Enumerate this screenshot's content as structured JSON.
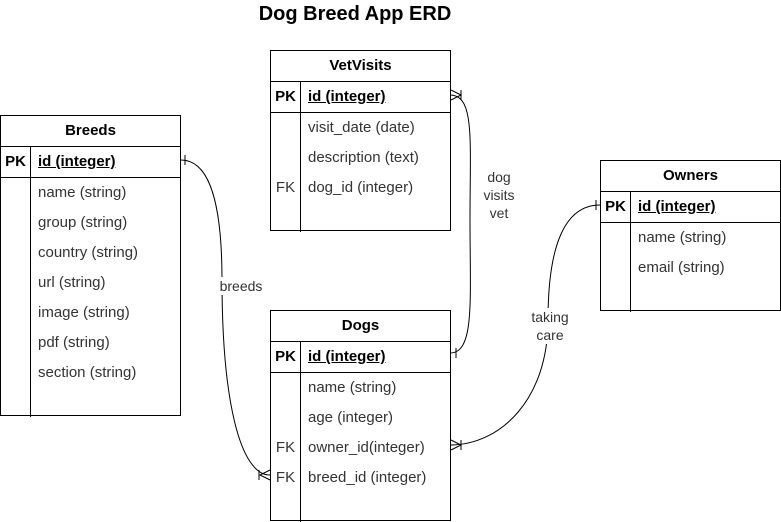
{
  "title": "Dog Breed App ERD",
  "entities": {
    "vetvisits": {
      "name": "VetVisits",
      "pk_label": "PK",
      "pk_field": "id (integer)",
      "fields": [
        {
          "key": "",
          "name": "visit_date (date)"
        },
        {
          "key": "",
          "name": "description (text)"
        },
        {
          "key": "FK",
          "name": "dog_id (integer)"
        }
      ]
    },
    "breeds": {
      "name": "Breeds",
      "pk_label": "PK",
      "pk_field": "id (integer)",
      "fields": [
        {
          "key": "",
          "name": "name (string)"
        },
        {
          "key": "",
          "name": "group (string)"
        },
        {
          "key": "",
          "name": "country (string)"
        },
        {
          "key": "",
          "name": "url (string)"
        },
        {
          "key": "",
          "name": "image (string)"
        },
        {
          "key": "",
          "name": "pdf (string)"
        },
        {
          "key": "",
          "name": "section (string)"
        }
      ]
    },
    "owners": {
      "name": "Owners",
      "pk_label": "PK",
      "pk_field": "id (integer)",
      "fields": [
        {
          "key": "",
          "name": "name (string)"
        },
        {
          "key": "",
          "name": "email (string)"
        }
      ]
    },
    "dogs": {
      "name": "Dogs",
      "pk_label": "PK",
      "pk_field": "id (integer)",
      "fields": [
        {
          "key": "",
          "name": "name (string)"
        },
        {
          "key": "",
          "name": "age (integer)"
        },
        {
          "key": "FK",
          "name": "owner_id(integer)"
        },
        {
          "key": "FK",
          "name": "breed_id (integer)"
        }
      ]
    }
  },
  "relationships": {
    "dog_visits_vet": "dog\nvisits\nvet",
    "breeds": "breeds",
    "taking_care": "taking\ncare"
  }
}
